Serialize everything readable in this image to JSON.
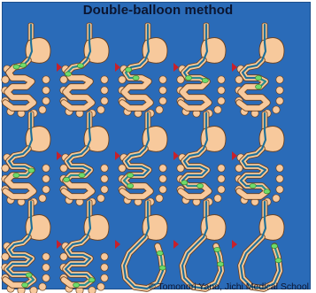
{
  "title": "Double-balloon method",
  "credit": "© Tomonori Yano, Jichi Medical School",
  "colors": {
    "background": "#2a6bb8",
    "organ_fill": "#f7c99c",
    "organ_stroke": "#6a3f1c",
    "scope": "#2b8d8e",
    "overtube": "#1f5fa0",
    "balloon": "#6fdb6a",
    "arrow": "#c8202a"
  },
  "diagram": {
    "rows": 3,
    "columns": 5,
    "steps": [
      {
        "row": 1,
        "col": 1,
        "scope_depth": 0.1,
        "shape": "coiled"
      },
      {
        "row": 1,
        "col": 2,
        "scope_depth": 0.18,
        "shape": "coiled"
      },
      {
        "row": 1,
        "col": 3,
        "scope_depth": 0.26,
        "shape": "coiled"
      },
      {
        "row": 1,
        "col": 4,
        "scope_depth": 0.34,
        "shape": "coiled"
      },
      {
        "row": 1,
        "col": 5,
        "scope_depth": 0.42,
        "shape": "coiled"
      },
      {
        "row": 2,
        "col": 1,
        "scope_depth": 0.48,
        "shape": "coiled"
      },
      {
        "row": 2,
        "col": 2,
        "scope_depth": 0.55,
        "shape": "coiled"
      },
      {
        "row": 2,
        "col": 3,
        "scope_depth": 0.62,
        "shape": "coiled"
      },
      {
        "row": 2,
        "col": 4,
        "scope_depth": 0.7,
        "shape": "coiled"
      },
      {
        "row": 2,
        "col": 5,
        "scope_depth": 0.78,
        "shape": "coiled"
      },
      {
        "row": 3,
        "col": 1,
        "scope_depth": 0.85,
        "shape": "coiled"
      },
      {
        "row": 3,
        "col": 2,
        "scope_depth": 0.9,
        "shape": "coiled"
      },
      {
        "row": 3,
        "col": 3,
        "scope_depth": 0.94,
        "shape": "straightened"
      },
      {
        "row": 3,
        "col": 4,
        "scope_depth": 0.97,
        "shape": "straightened"
      },
      {
        "row": 3,
        "col": 5,
        "scope_depth": 1.0,
        "shape": "straightened"
      }
    ]
  }
}
